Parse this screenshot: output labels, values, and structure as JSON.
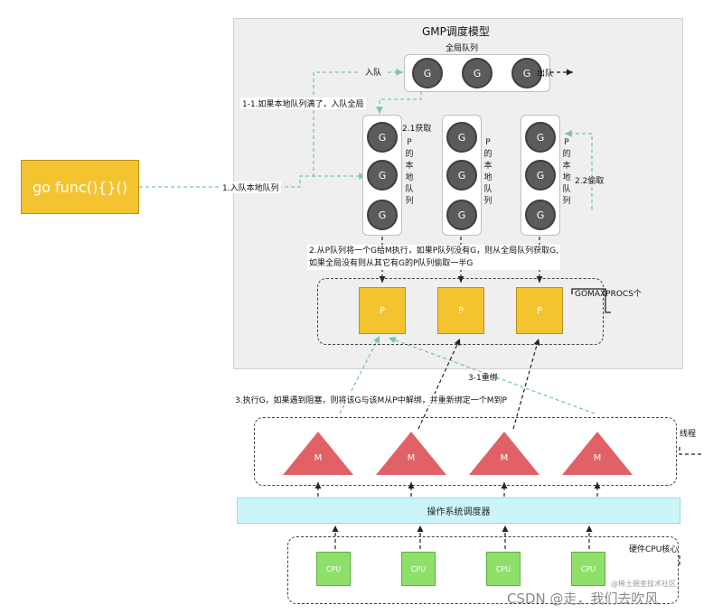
{
  "title": "GMP调度模型",
  "global_queue": {
    "label": "全局队列",
    "g_labels": [
      "G",
      "G",
      "G"
    ],
    "enqueue_label": "入队",
    "dequeue_label": "出队",
    "note_2_1": "2.1获取"
  },
  "local_queues": [
    {
      "g_labels": [
        "G",
        "G",
        "G"
      ],
      "vertical_label": [
        "P",
        "的",
        "本",
        "地",
        "队",
        "列"
      ]
    },
    {
      "g_labels": [
        "G",
        "G",
        "G"
      ],
      "vertical_label": [
        "P",
        "的",
        "本",
        "地",
        "队",
        "列"
      ]
    },
    {
      "g_labels": [
        "G",
        "G",
        "G"
      ],
      "vertical_label": [
        "P",
        "的",
        "本",
        "地",
        "队",
        "列"
      ]
    }
  ],
  "steal_label": "2.2偷取",
  "note_1_1": "1-1.如果本地队列满了，入队全局",
  "go_func": "go func(){}()",
  "note_1": "1.入队本地队列",
  "note_2_line1": "2.从P队列将一个G给M执行，如果P队列没有G，则从全局队列获取G,",
  "note_2_line2": "如果全局没有则从其它有G的P队列偷取一半G",
  "p_labels": [
    "P",
    "P",
    "P"
  ],
  "gomaxprocs": "GOMAXPROCS个",
  "note_3_1": "3-1重绑",
  "note_3": "3.执行G，如果遇到阻塞，则将该G与该M从P中解绑，并重新绑定一个M到P",
  "thread_label": "线程",
  "m_labels": [
    "M",
    "M",
    "M",
    "M"
  ],
  "os_scheduler": "操作系统调度器",
  "cpu_labels": [
    "CPU",
    "CPU",
    "CPU",
    "CPU"
  ],
  "cpu_core_label": "硬件CPU核心",
  "watermark_1": "@稀土掘金技术社区",
  "watermark_2": "CSDN @走，我们去吹风"
}
